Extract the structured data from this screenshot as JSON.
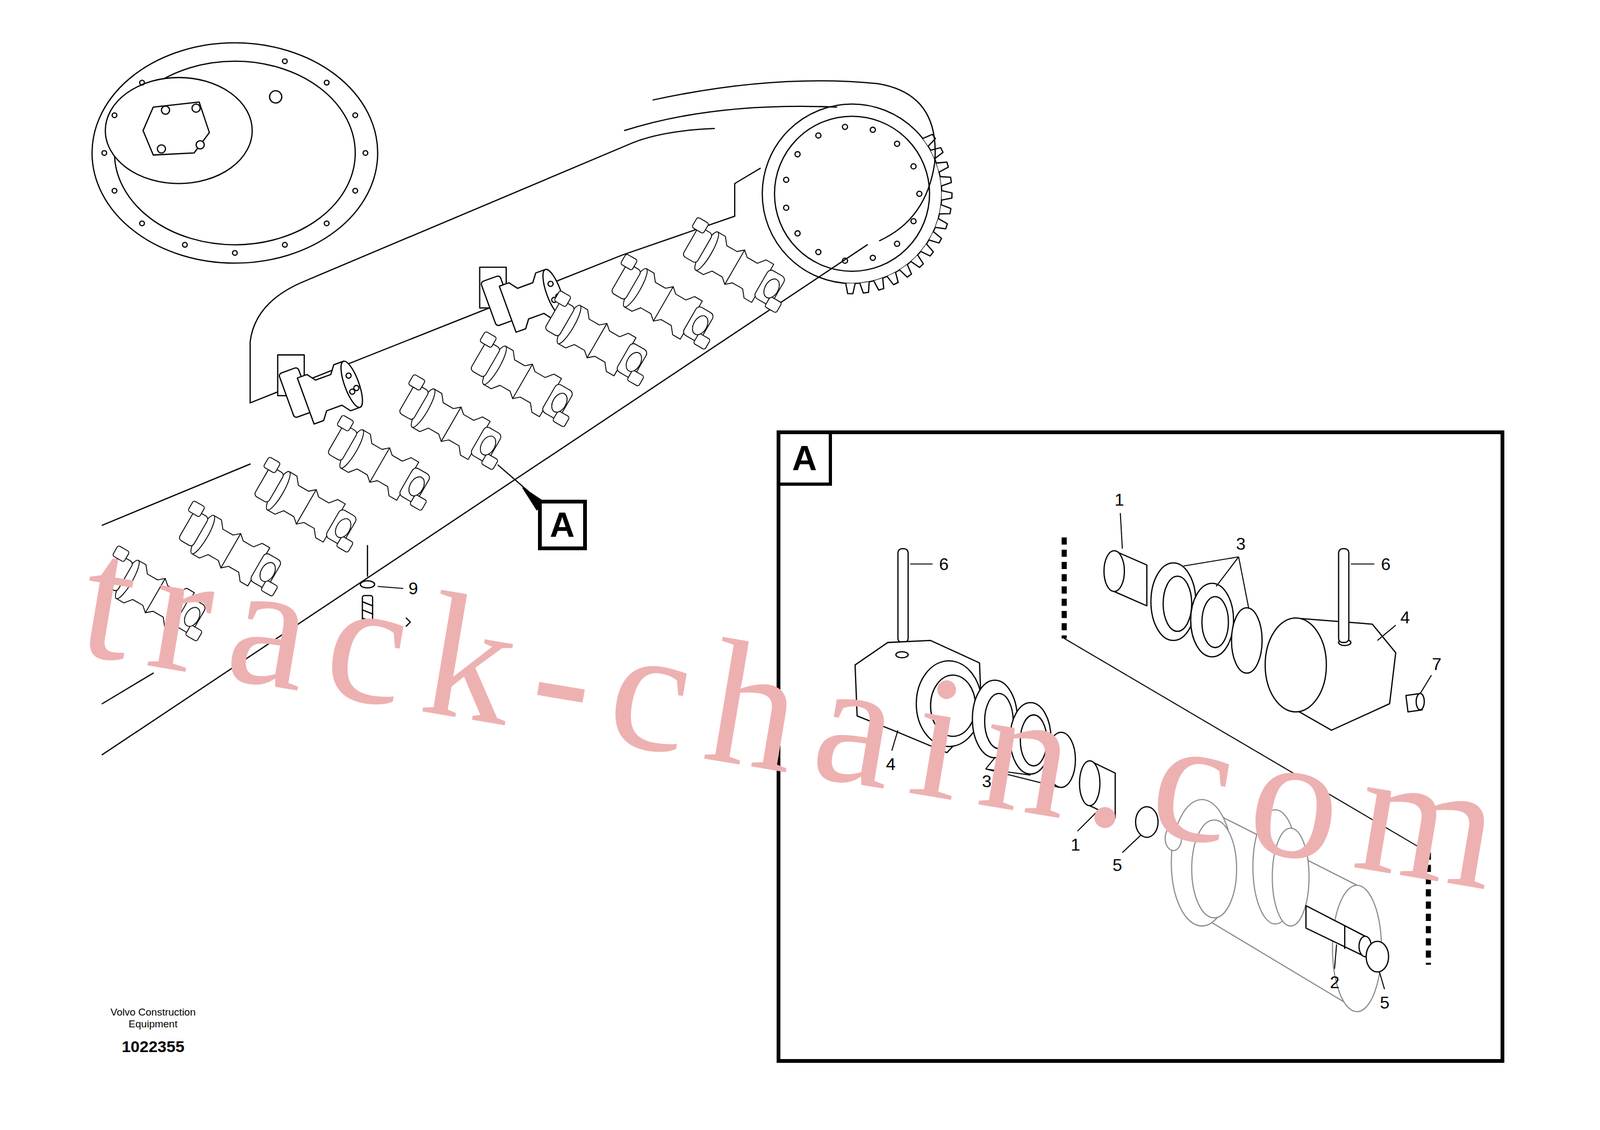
{
  "diagram": {
    "nodes": [
      {
        "text": [
          "A"
        ]
      },
      {
        "text": [
          "A"
        ]
      }
    ],
    "labels": [
      "9",
      "1",
      "3",
      "6",
      "6",
      "4",
      "7",
      "4",
      "3",
      "1",
      "5",
      "2",
      "5",
      "Volvo Construction Equipment",
      "1022355",
      "track-chain.com"
    ]
  }
}
